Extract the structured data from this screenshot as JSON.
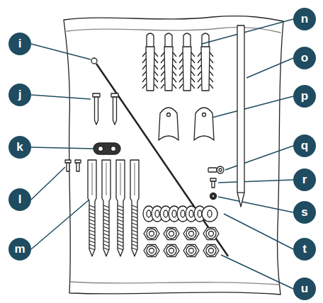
{
  "diagram": {
    "labels": [
      "i",
      "j",
      "k",
      "l",
      "m",
      "n",
      "o",
      "p",
      "q",
      "r",
      "s",
      "t",
      "u"
    ]
  }
}
